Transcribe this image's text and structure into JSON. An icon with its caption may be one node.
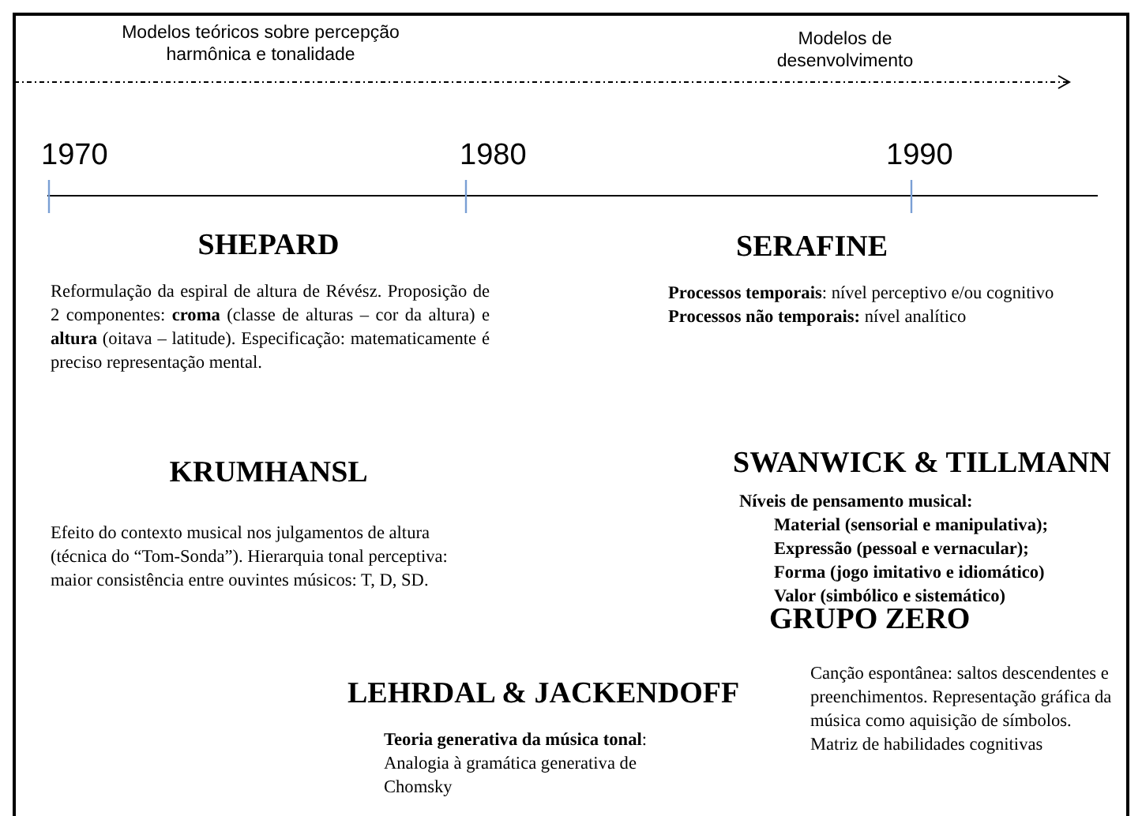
{
  "diagram": {
    "nodes": [
      {
        "text": [
          "SHEPARD",
          "Reformulação da espiral de altura de Révész. Proposição de 2 componentes: **croma** (classe de alturas – cor da altura) e **altura** (oitava – latitude). Especificação: matematicamente é preciso representação mental."
        ]
      },
      {
        "text": [
          "KRUMHANSL",
          "Efeito do contexto musical nos julgamentos de altura (técnica do “Tom-Sonda”). Hierarquia tonal perceptiva: maior consistência entre ouvintes músicos: T, D, SD."
        ]
      },
      {
        "text": [
          "SERAFINE",
          "**Processos temporais**: nível perceptivo e/ou cognitivo",
          "**Processos não temporais:** nível analítico"
        ]
      },
      {
        "text": [
          "SWANWICK & TILLMANN",
          "Níveis de pensamento musical:",
          "Material (sensorial e manipulativa);",
          "Expressão (pessoal e vernacular);",
          "Forma (jogo imitativo e idiomático)",
          "Valor (simbólico e sistemático)"
        ]
      },
      {
        "text": [
          "GRUPO ZERO",
          "Canção espontânea: saltos descendentes e preenchimentos. Representação gráfica da música como aquisição de símbolos. Matriz de habilidades cognitivas"
        ]
      },
      {
        "text": [
          "LEHRDAL & JACKENDOFF",
          "**Teoria generativa da música tonal**: Analogia à gramática generativa de Chomsky"
        ]
      }
    ],
    "edges": [],
    "labels": [
      "Modelos teóricos sobre percepção harmônica e tonalidade",
      "Modelos de desenvolvimento",
      "1970",
      "1980",
      "1990"
    ]
  }
}
